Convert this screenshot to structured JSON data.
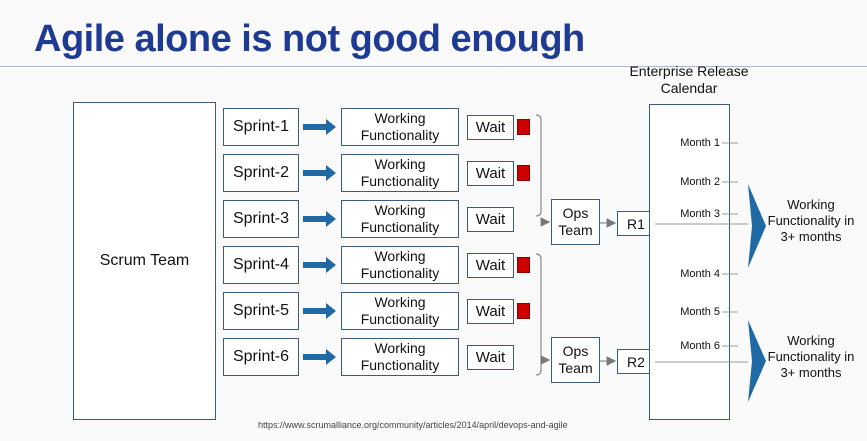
{
  "title": "Agile alone is not good enough",
  "scrum_team": "Scrum Team",
  "sprints": [
    {
      "label": "Sprint-1",
      "output": "Working Functionality",
      "wait": "Wait",
      "blocked": true
    },
    {
      "label": "Sprint-2",
      "output": "Working Functionality",
      "wait": "Wait",
      "blocked": true
    },
    {
      "label": "Sprint-3",
      "output": "Working Functionality",
      "wait": "Wait",
      "blocked": false
    },
    {
      "label": "Sprint-4",
      "output": "Working Functionality",
      "wait": "Wait",
      "blocked": true
    },
    {
      "label": "Sprint-5",
      "output": "Working Functionality",
      "wait": "Wait",
      "blocked": true
    },
    {
      "label": "Sprint-6",
      "output": "Working Functionality",
      "wait": "Wait",
      "blocked": false
    }
  ],
  "ops_team": [
    "Ops Team",
    "Ops Team"
  ],
  "releases": [
    "R1",
    "R2"
  ],
  "calendar": {
    "title": "Enterprise Release Calendar",
    "months": [
      "Month 1",
      "Month 2",
      "Month 3",
      "Month 4",
      "Month 5",
      "Month 6"
    ]
  },
  "outcomes": [
    "Working Functionality in 3+ months",
    "Working Functionality in 3+ months"
  ],
  "source": "https://www.scrumalliance.org/community/articles/2014/april/devops-and-agile",
  "colors": {
    "title": "#1f3a93",
    "arrow": "#1f6aa5",
    "wait_flag": "#cc0000",
    "outcome_arrow": "#1f6aa5"
  }
}
